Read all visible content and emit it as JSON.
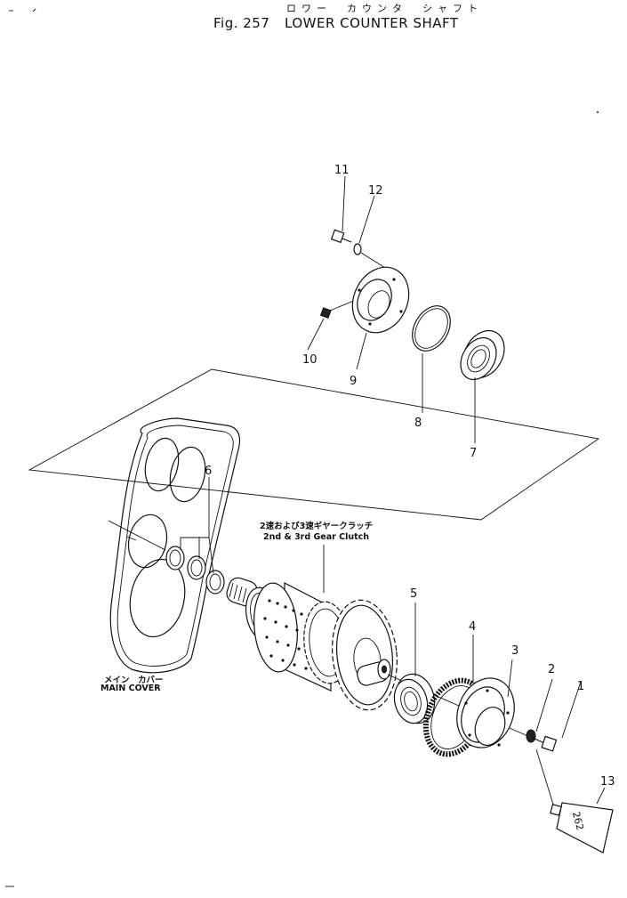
{
  "header": {
    "kana_title": "ロワー　カウンタ　シャフト",
    "fig_number": "Fig. 257",
    "title": "LOWER COUNTER SHAFT"
  },
  "callouts": {
    "c1": "1",
    "c2": "2",
    "c3": "3",
    "c4": "4",
    "c5": "5",
    "c6": "6",
    "c7": "7",
    "c8": "8",
    "c9": "9",
    "c10": "10",
    "c11": "11",
    "c12": "12",
    "c13": "13"
  },
  "gear_clutch": {
    "jp": "2速および3速ギヤークラッチ",
    "en": "2nd & 3rd Gear Clutch"
  },
  "main_cover": {
    "jp": "メイン　カバー",
    "en": "MAIN COVER"
  },
  "tube_text": "262"
}
